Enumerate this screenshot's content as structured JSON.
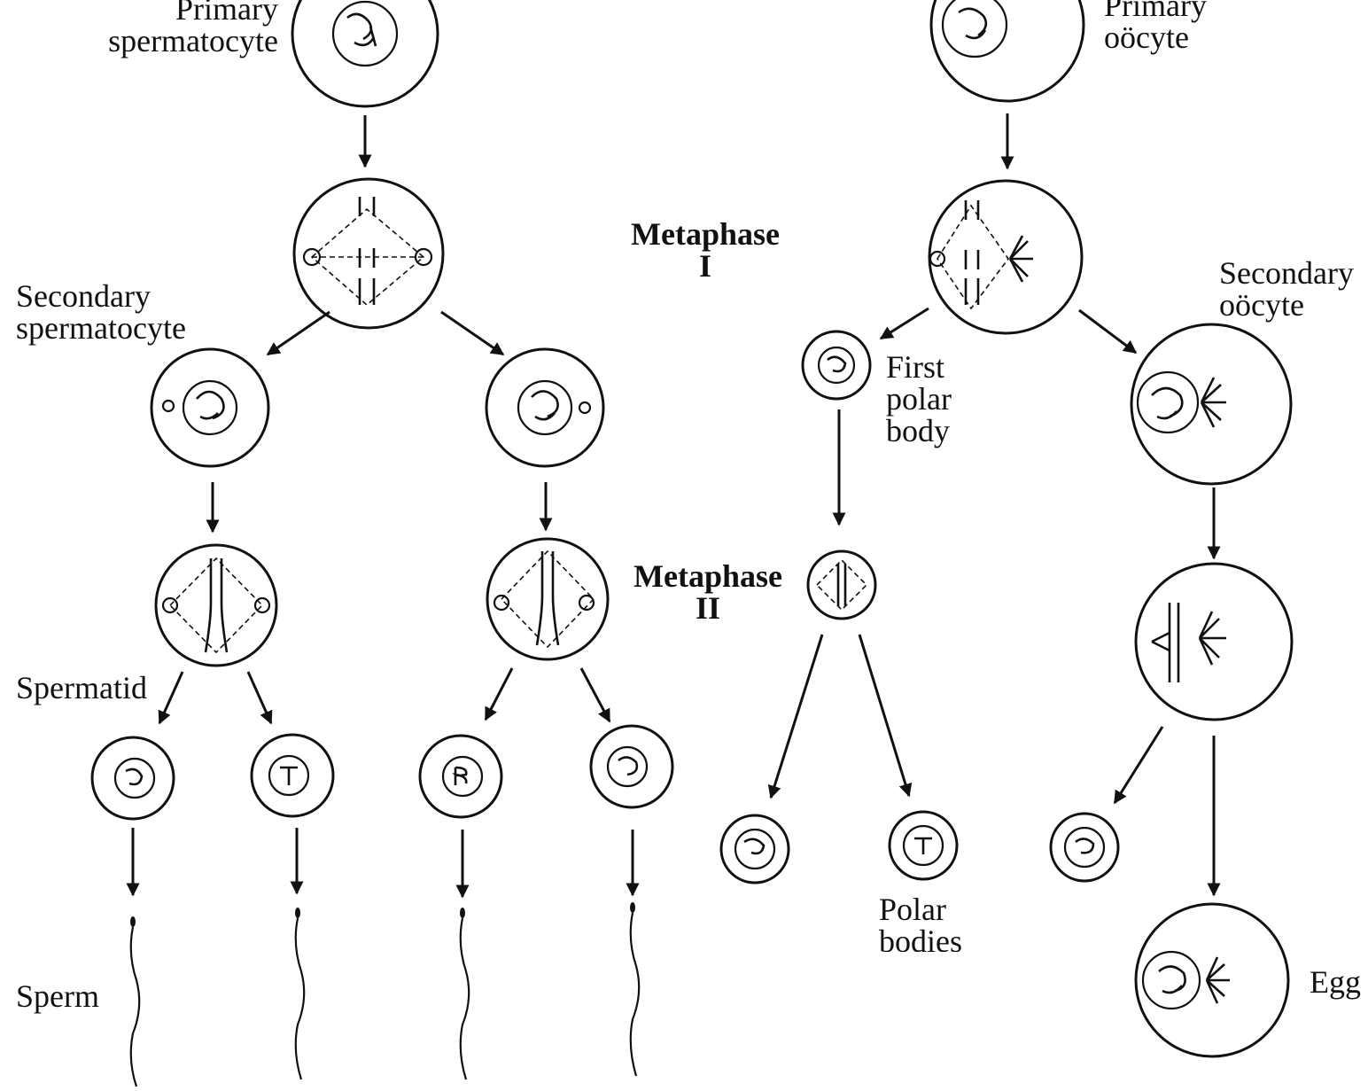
{
  "labels": {
    "primary_spermatocyte": [
      "Primary",
      "spermatocyte"
    ],
    "primary_oocyte": [
      "Primary",
      "oöcyte"
    ],
    "metaphase_1": [
      "Metaphase",
      "I"
    ],
    "secondary_spermatocyte": [
      "Secondary",
      "spermatocyte"
    ],
    "secondary_oocyte": [
      "Secondary",
      "oöcyte"
    ],
    "first_polar_body": [
      "First",
      "polar",
      "body"
    ],
    "metaphase_2": [
      "Metaphase",
      "II"
    ],
    "spermatid": "Spermatid",
    "polar_bodies": [
      "Polar",
      "bodies"
    ],
    "sperm": "Sperm",
    "egg": "Egg"
  },
  "colors": {
    "ink": "#111111",
    "paper": "#ffffff"
  }
}
